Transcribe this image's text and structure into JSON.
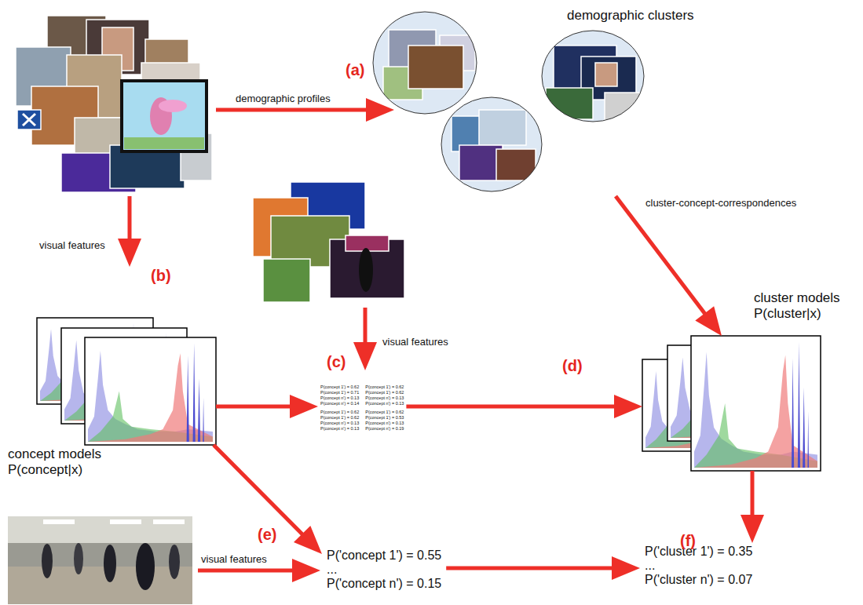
{
  "diagram": {
    "nodes": [
      {
        "text": [
          "demographic clusters"
        ]
      },
      {
        "text": [
          "concept models P(concept|x)"
        ]
      },
      {
        "text": [
          "P(concept 1') = 0.62",
          "P(concept 1') = 0.62",
          "P(concept 1') = 0.71",
          "P(concept 1') = 0.62",
          "P(concept n') = 0.13",
          "P(concept n') = 0.13",
          "P(concept n') = 0.14",
          "P(concept n') = 0.13",
          "P(concept 1') = 0.62",
          "P(concept 1') = 0.62",
          "P(concept 1') = 0.62",
          "P(concept 1') = 0.53",
          "P(concept n') = 0.13",
          "P(concept n') = 0.13",
          "P(concept n') = 0.13",
          "P(concept n') = 0.19"
        ]
      },
      {
        "text": [
          "cluster models P(cluster|x)"
        ]
      },
      {
        "text": [
          "P('concept 1') = 0.55",
          "...",
          "P('concept n') = 0.15"
        ]
      },
      {
        "text": [
          "P('cluster 1') = 0.35",
          "...",
          "P('cluster n') = 0.07"
        ]
      }
    ],
    "edges": [
      {
        "from": 0,
        "to": 3,
        "arrow": "to",
        "label": "cluster-concept-correspondences"
      },
      {
        "from": 1,
        "to": 2,
        "arrow": "to"
      },
      {
        "from": 2,
        "to": 3,
        "arrow": "to"
      },
      {
        "from": 1,
        "to": 4,
        "arrow": "to"
      },
      {
        "from": 4,
        "to": 5,
        "arrow": "to"
      },
      {
        "from": 3,
        "to": 5,
        "arrow": "to"
      }
    ],
    "labels": [
      "(a)",
      "demographic profiles",
      "visual features",
      "(b)",
      "visual features",
      "(c)",
      "(d)",
      "visual features",
      "(e)",
      "(f)"
    ]
  }
}
